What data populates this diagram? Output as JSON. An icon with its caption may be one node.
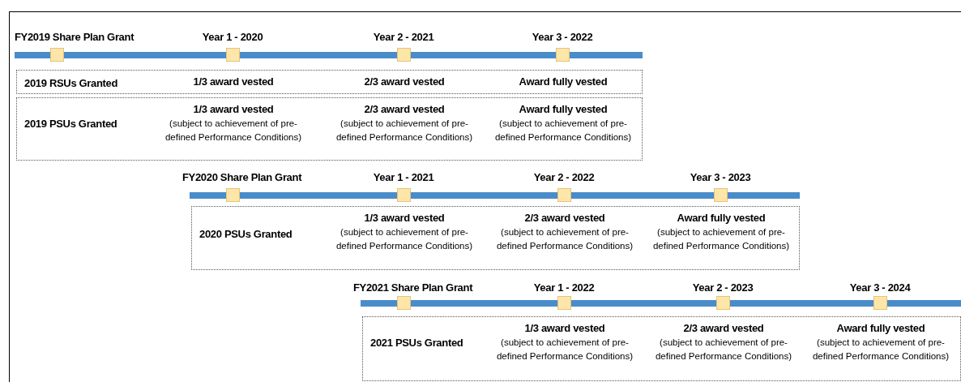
{
  "diagram": {
    "nodes": [
      {
        "text": [
          "2019 RSUs Granted",
          "1/3 award vested",
          "2/3 award vested",
          "Award fully vested"
        ]
      },
      {
        "text": [
          "2019 PSUs Granted",
          "1/3 award vested",
          "(subject to achievement of pre-defined Performance Conditions)",
          "2/3 award vested",
          "(subject to achievement of pre-defined Performance Conditions)",
          "Award fully vested",
          "(subject to achievement of pre-defined Performance Conditions)"
        ]
      },
      {
        "text": [
          "2020 PSUs Granted",
          "1/3 award vested",
          "(subject to achievement of pre-defined Performance Conditions)",
          "2/3 award vested",
          "(subject to achievement of pre-defined Performance Conditions)",
          "Award fully vested",
          "(subject to achievement of pre-defined Performance Conditions)"
        ]
      },
      {
        "text": [
          "2021 PSUs Granted",
          "1/3 award vested",
          "(subject to achievement of pre-defined Performance Conditions)",
          "2/3 award vested",
          "(subject to achievement of pre-defined Performance Conditions)",
          "Award fully vested",
          "(subject to achievement of pre-defined Performance Conditions)"
        ]
      }
    ],
    "labels": [
      "FY2019 Share Plan Grant",
      "Year 1 - 2020",
      "Year 2 - 2021",
      "Year 3 - 2022",
      "FY2020 Share Plan Grant",
      "Year 1 - 2021",
      "Year 2 - 2022",
      "Year 3 - 2023",
      "FY2021 Share Plan Grant",
      "Year 1 - 2022",
      "Year 2 - 2023",
      "Year 3 - 2024"
    ]
  }
}
